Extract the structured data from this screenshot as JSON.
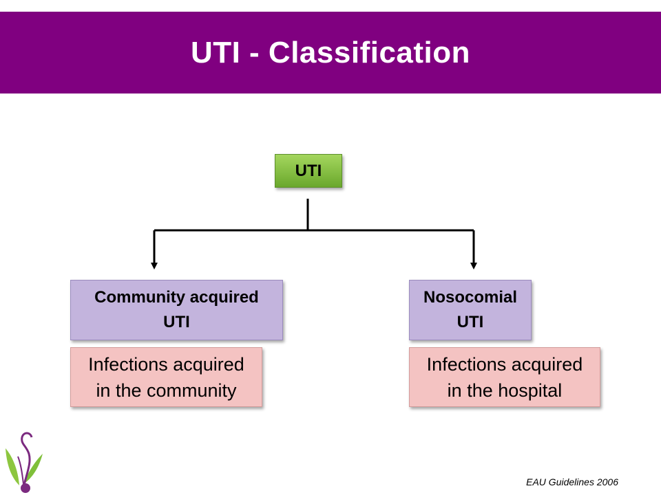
{
  "slide": {
    "title": "UTI - Classification",
    "source": "EAU Guidelines 2006"
  },
  "diagram": {
    "root": {
      "label": "UTI"
    },
    "branches": [
      {
        "category_lines": [
          "Community acquired",
          "UTI"
        ],
        "description_lines": [
          "Infections acquired",
          "in the community"
        ]
      },
      {
        "category_lines": [
          "Nosocomial",
          "UTI"
        ],
        "description_lines": [
          "Infections acquired",
          "in the hospital"
        ]
      }
    ]
  },
  "colors": {
    "title_band": "#800080",
    "root_node": "#8cc63f",
    "category_node": "#c3b4dd",
    "description_node": "#f4c3c2",
    "logo_purple": "#7b2a7f",
    "logo_green": "#8dc63f"
  },
  "icons": {
    "logo": "leaf-swirl-logo-icon"
  }
}
